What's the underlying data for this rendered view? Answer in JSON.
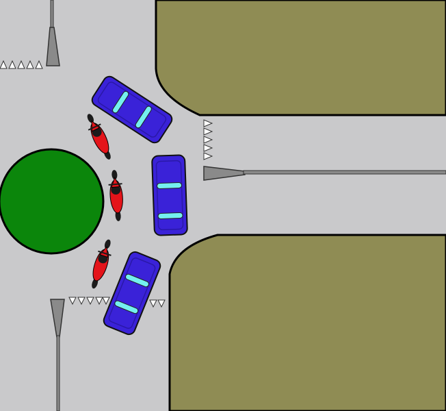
{
  "scene": {
    "kind": "roundabout-junction-diagram",
    "colors": {
      "road": "#c9c9cb",
      "grass": "#8f8c54",
      "island": "#0b860b",
      "car_body": "#3a22d8",
      "car_glass": "#74f0f0",
      "motorbike": "#e4141a",
      "rider": "#1b1b1b",
      "divider": "#8a8a8a",
      "yield_marker": "#ffffff"
    },
    "vehicles": [
      {
        "type": "car",
        "label": "car-top",
        "heading": "south-east"
      },
      {
        "type": "car",
        "label": "car-middle",
        "heading": "south"
      },
      {
        "type": "car",
        "label": "car-bottom",
        "heading": "north-east"
      },
      {
        "type": "motorbike",
        "label": "motorbike-top",
        "heading": "north-west"
      },
      {
        "type": "motorbike",
        "label": "motorbike-middle",
        "heading": "north"
      },
      {
        "type": "motorbike",
        "label": "motorbike-bottom",
        "heading": "north-east"
      }
    ],
    "yield_markings": [
      {
        "location": "north-approach",
        "count": 5,
        "pointing": "up"
      },
      {
        "location": "east-approach",
        "count": 5,
        "pointing": "right"
      },
      {
        "location": "south-approach",
        "count": 5,
        "pointing": "down"
      },
      {
        "location": "south-east-exit",
        "count": 2,
        "pointing": "down"
      }
    ]
  }
}
